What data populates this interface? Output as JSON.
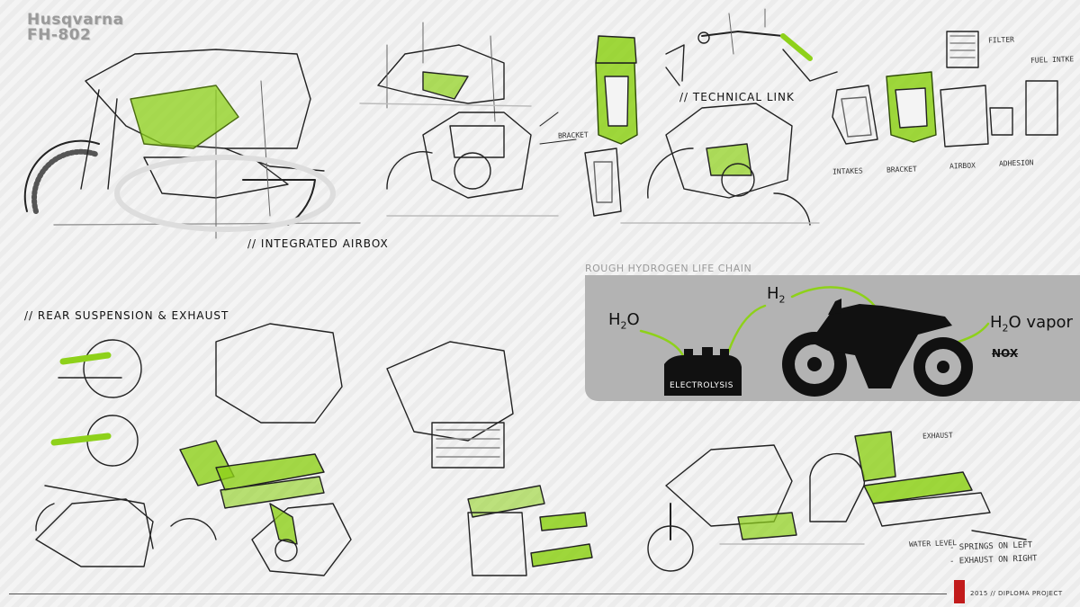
{
  "brand": {
    "name": "Husqvarna",
    "model": "FH-802"
  },
  "sections": {
    "integrated_airbox": "// INTEGRATED AIRBOX",
    "technical_link": "// TECHNICAL LINK",
    "rear_suspension": "// REAR SUSPENSION & EXHAUST"
  },
  "annotations": {
    "filter": "FILTER",
    "fuel_intake": "FUEL INTKE",
    "intakes": "INTAKES",
    "bracket": "BRACKET",
    "airbox": "AIRBOX",
    "adhesion": "ADHESION",
    "bracket_small": "BRACKET",
    "exhaust": "EXHAUST",
    "water_level": "WATER LEVEL",
    "springs_left": "- SPRINGS ON LEFT",
    "exhaust_right": "- EXHAUST ON RIGHT"
  },
  "hydrogen_panel": {
    "caption": "ROUGH HYDROGEN LIFE CHAIN",
    "h2o_base": "H",
    "h2o_sub": "2",
    "h2o_tail": "O",
    "h2_base": "H",
    "h2_sub": "2",
    "vapor_base": "H",
    "vapor_sub": "2",
    "vapor_tail": "O vapor",
    "nox": "NOX",
    "electrolysis": "ELECTROLYSIS"
  },
  "footer": {
    "text": "2015 // DIPLOMA PROJECT"
  },
  "colors": {
    "accent_green": "#8ed11a",
    "panel_gray": "#b3b3b3",
    "logo_red": "#c21b1b"
  }
}
